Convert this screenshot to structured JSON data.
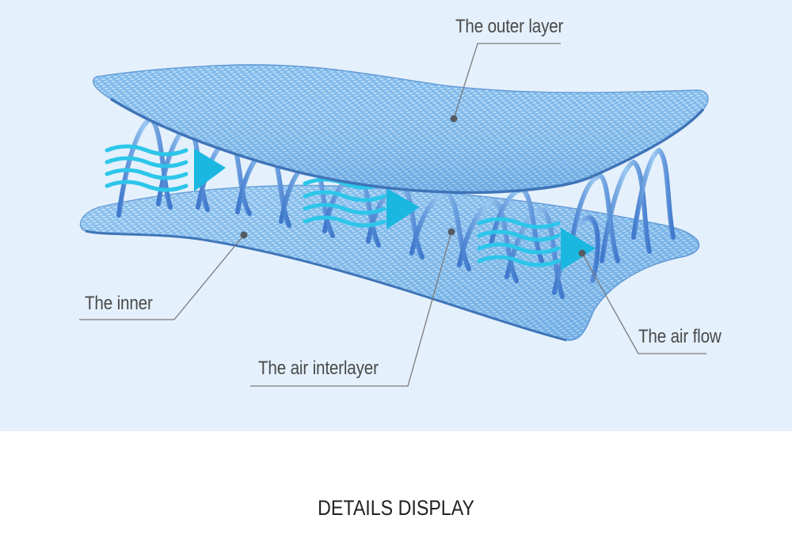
{
  "labels": {
    "outer_layer": "The outer layer",
    "inner": "The inner",
    "air_interlayer": "The air interlayer",
    "air_flow": "The air flow"
  },
  "footer": {
    "title": "DETAILS DISPLAY"
  },
  "colors": {
    "panel_background": "#e4f0fb",
    "mesh_blue": "#6fb0e6",
    "fiber_blue": "#4a84d4",
    "arrow_cyan": "#22c4e8",
    "leader_line": "#777777"
  }
}
